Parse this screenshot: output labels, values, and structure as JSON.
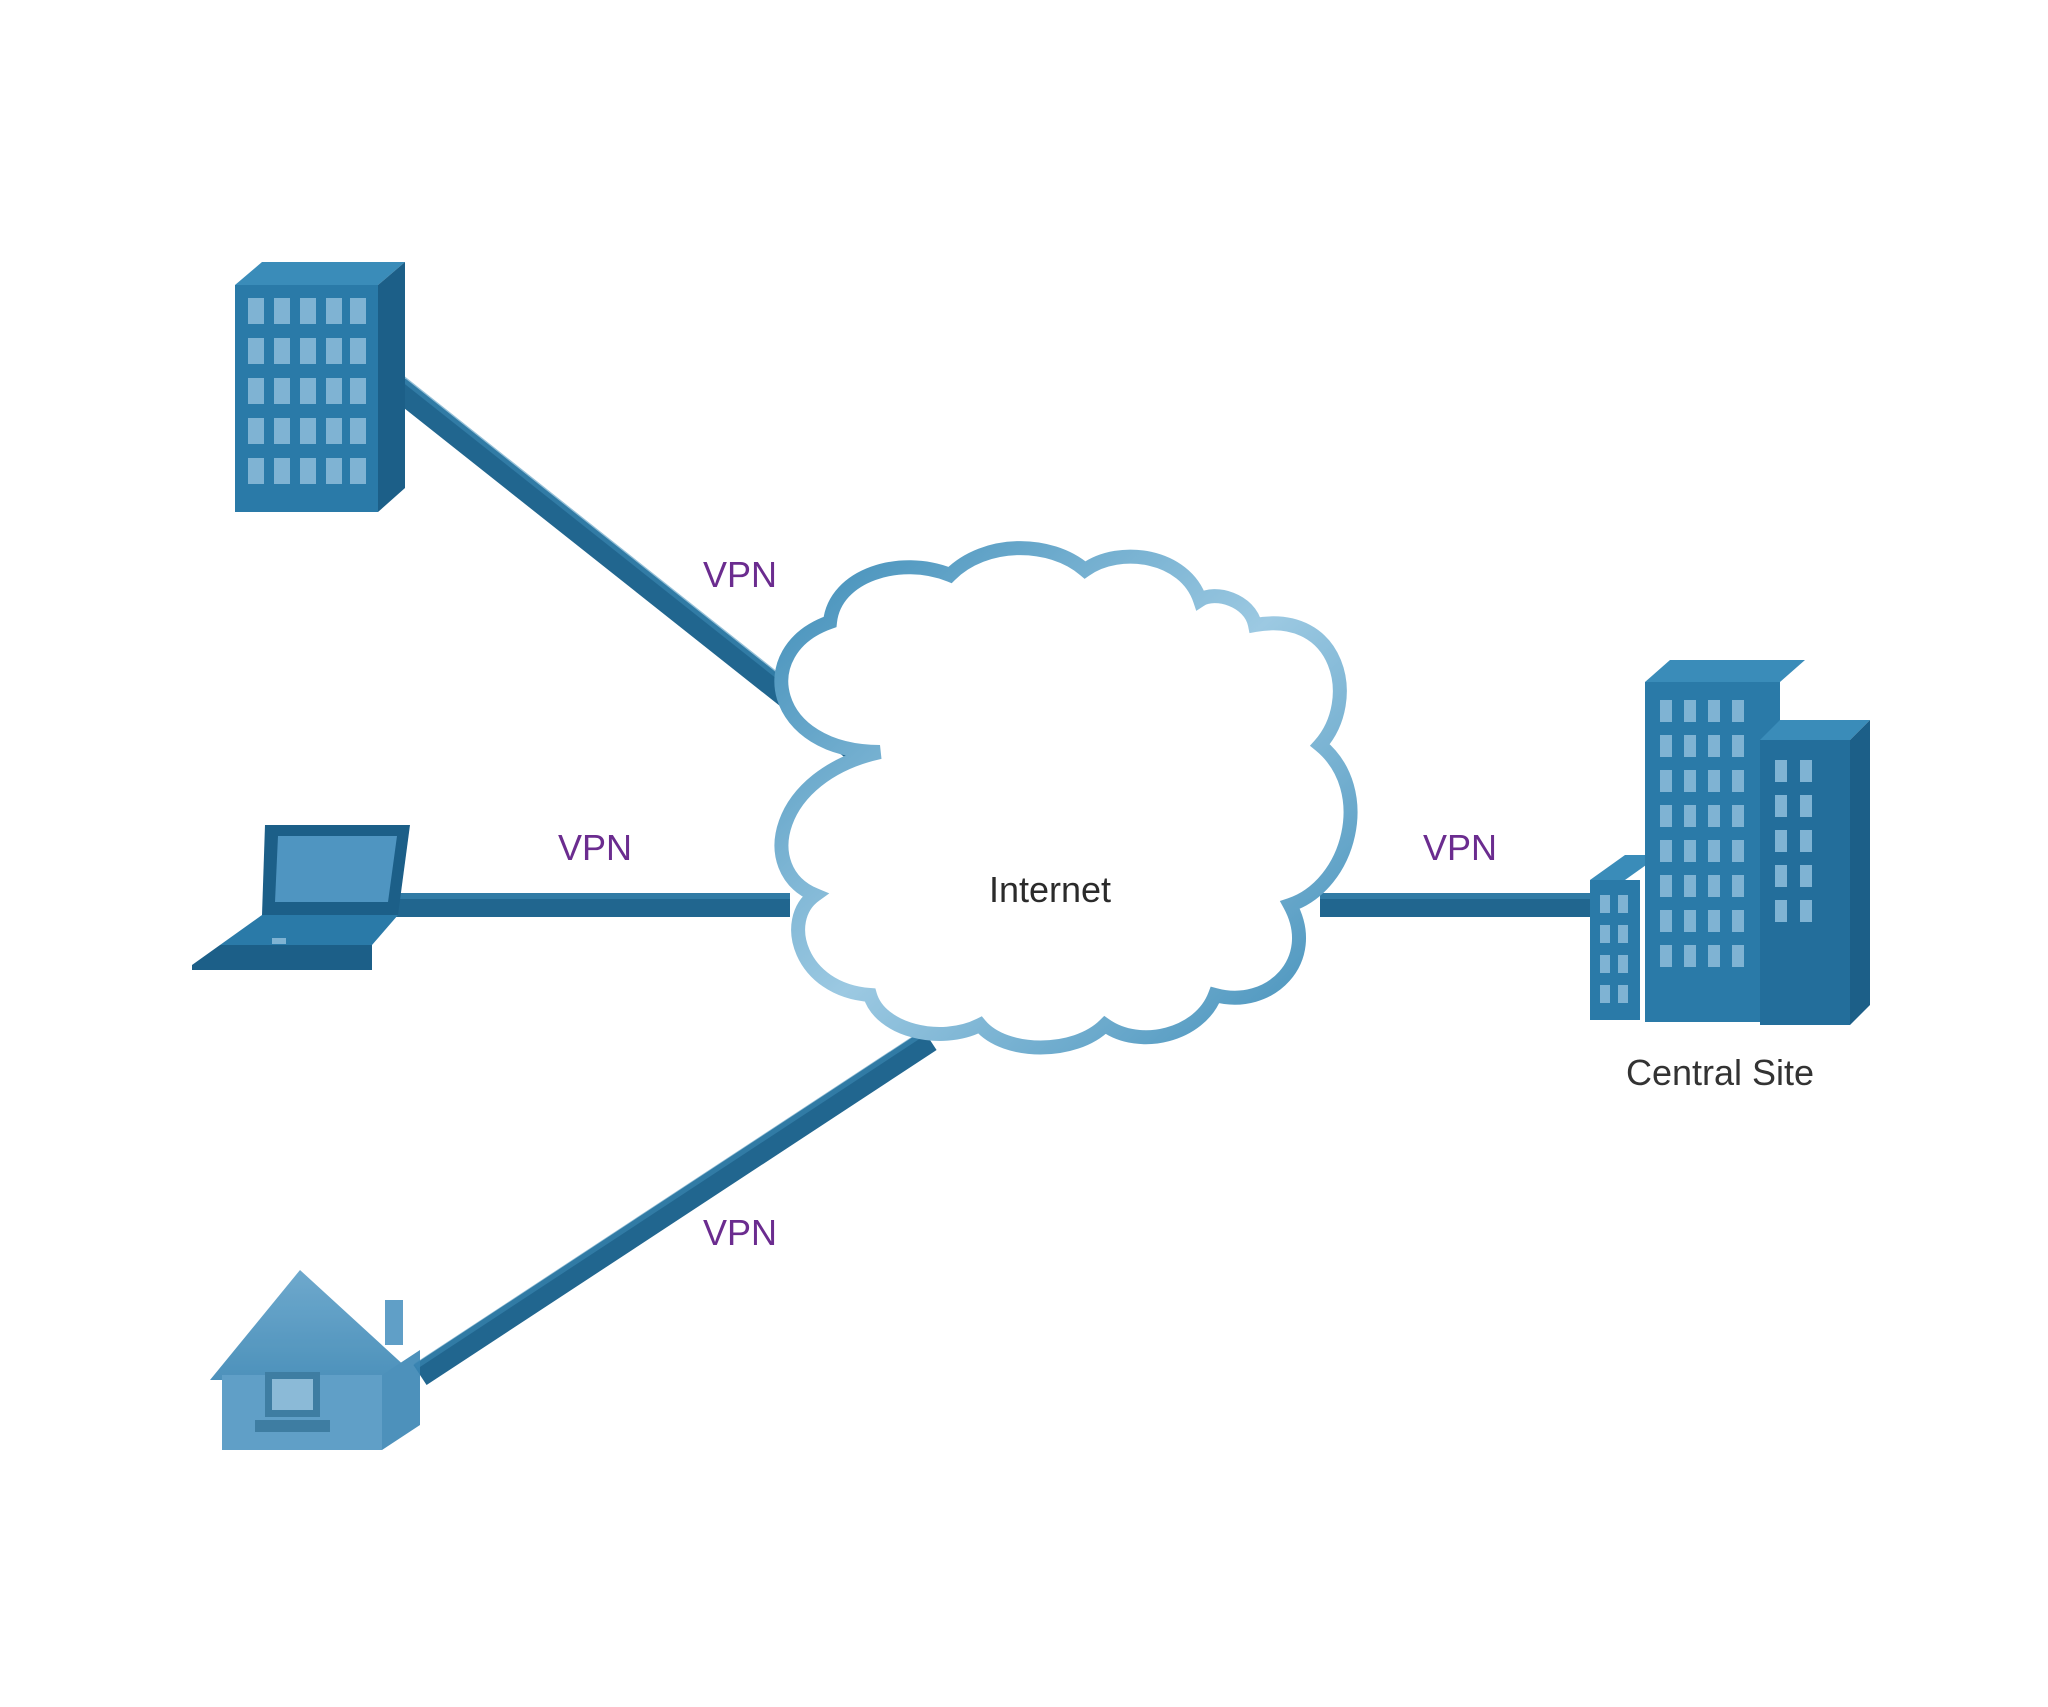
{
  "colors": {
    "link": "#21668f",
    "device_face": "#2a7aa8",
    "device_side": "#1c5f88",
    "device_top": "#3a8cb9",
    "window": "#7fb3d3",
    "cloud_outline": "#7fb6d6",
    "vpn_text": "#6b2c8f"
  },
  "cloud": {
    "label": "Internet",
    "icon": "cloud-icon"
  },
  "sites": [
    {
      "id": "branch-office",
      "icon": "office-building-icon",
      "link_label": "VPN"
    },
    {
      "id": "mobile-worker",
      "icon": "laptop-icon",
      "link_label": "VPN"
    },
    {
      "id": "home-office",
      "icon": "house-icon",
      "link_label": "VPN"
    },
    {
      "id": "central-site",
      "icon": "headquarters-building-icon",
      "link_label": "VPN",
      "label": "Central Site"
    }
  ]
}
